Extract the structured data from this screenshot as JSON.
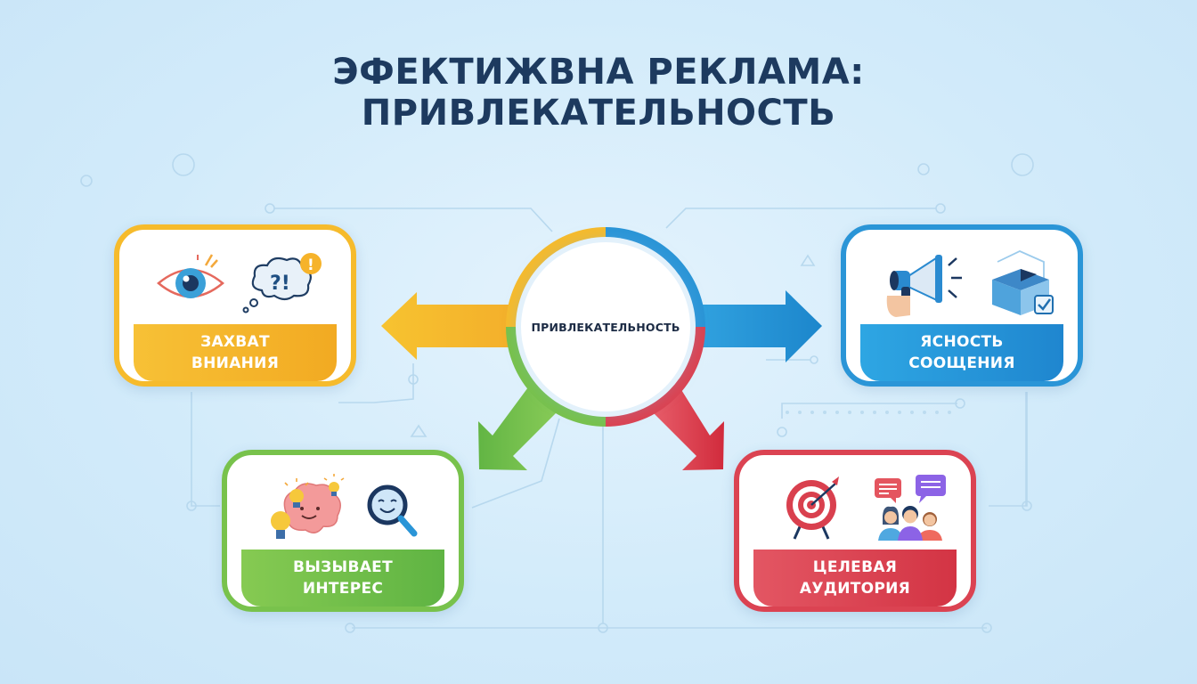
{
  "title": {
    "line1": "ЭФЕКТИЖВНА РЕКЛАМА:",
    "line2": "ПРИВЛЕКАТЕЛЬНОСТЬ"
  },
  "center": {
    "label": "ПРИВЛЕКАТЕЛЬНОСТЬ",
    "ring_colors": [
      "#f6bb2c",
      "#2a95d7",
      "#db4352",
      "#78c24c"
    ]
  },
  "nodes": [
    {
      "id": "attention",
      "line1": "ЗАХВАТ",
      "line2": "ВНИАНИЯ",
      "color": "#f6bb2c",
      "icons": [
        "eye-icon",
        "thought-bubble-icon"
      ]
    },
    {
      "id": "clarity",
      "line1": "ЯСНОСТЬ",
      "line2": "СООЩЕНИЯ",
      "color": "#2a95d7",
      "icons": [
        "megaphone-icon",
        "box-checkmark-icon"
      ]
    },
    {
      "id": "interest",
      "line1": "ВЫЗЫВАЕТ",
      "line2": "ИНТЕРЕС",
      "color": "#78c24c",
      "icons": [
        "brain-lightbulb-icon",
        "magnifier-smile-icon"
      ]
    },
    {
      "id": "audience",
      "line1": "ЦЕЛЕВАЯ",
      "line2": "АУДИТОРИЯ",
      "color": "#db4352",
      "icons": [
        "target-icon",
        "people-chat-icon"
      ]
    }
  ],
  "thought_bubble": {
    "text": "?!",
    "badge": "!"
  }
}
